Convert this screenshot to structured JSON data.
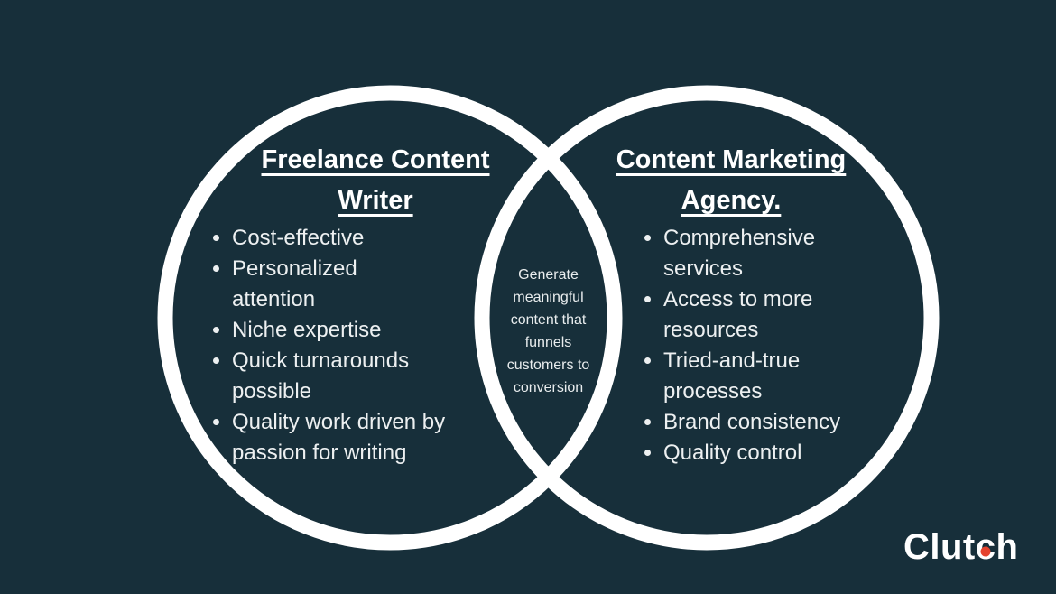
{
  "background_color": "#172f3a",
  "diagram": {
    "type": "venn",
    "stroke_color": "#ffffff",
    "left_circle": {
      "title": "Freelance Content\nWriter",
      "items": [
        "Cost-effective",
        "Personalized\nattention",
        "Niche expertise",
        "Quick turnarounds\npossible",
        "Quality work driven by\npassion for writing"
      ]
    },
    "right_circle": {
      "title": "Content Marketing\nAgency.",
      "items": [
        "Comprehensive\nservices",
        "Access to more\nresources",
        "Tried-and-true\nprocesses",
        "Brand consistency",
        "Quality control"
      ]
    },
    "overlap": {
      "text": "Generate\nmeaningful\ncontent that\nfunnels\ncustomers to\nconversion"
    }
  },
  "branding": {
    "logo_part1": "Clut",
    "logo_part2": "c",
    "logo_part3": "h",
    "logo_dot_color": "#e5432e"
  }
}
